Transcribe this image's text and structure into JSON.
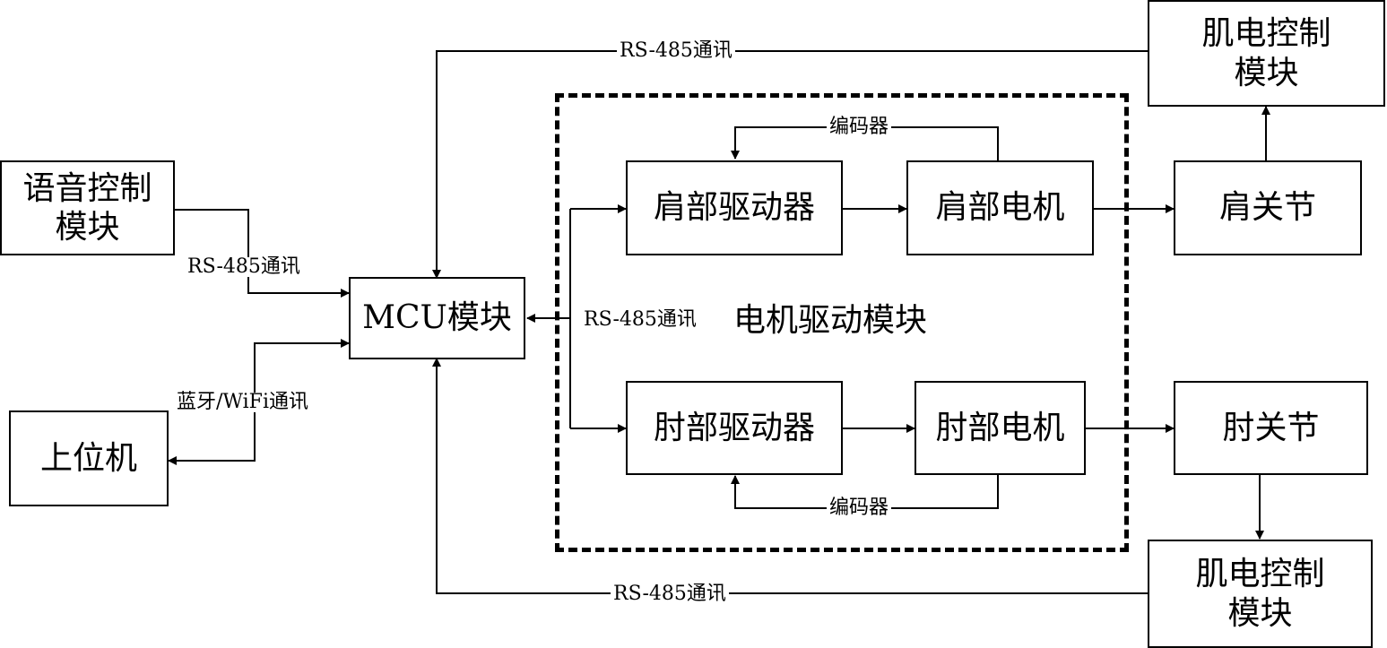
{
  "blocks": {
    "voice_module": "语音控制\n模块",
    "host_pc": "上位机",
    "mcu": "MCU模块",
    "shoulder_driver": "肩部驱动器",
    "shoulder_motor": "肩部电机",
    "shoulder_joint": "肩关节",
    "elbow_driver": "肘部驱动器",
    "elbow_motor": "肘部电机",
    "elbow_joint": "肘关节",
    "emg_top": "肌电控制\n模块",
    "emg_bottom": "肌电控制\n模块"
  },
  "group": {
    "motor_drive_module": "电机驱动模块"
  },
  "links": {
    "rs485_top": "RS-485通讯",
    "rs485_voice": "RS-485通讯",
    "rs485_drive": "RS-485通讯",
    "rs485_bottom": "RS-485通讯",
    "wireless": "蓝牙/WiFi通讯",
    "encoder_top": "编码器",
    "encoder_bottom": "编码器"
  }
}
